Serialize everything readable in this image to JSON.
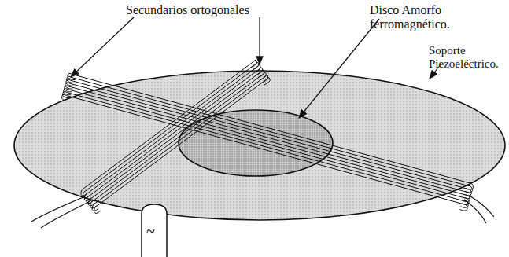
{
  "diagram": {
    "labels": [
      "Secundarios ortogonales",
      "Disco Amorfo ferromagnético.",
      "Soporte Piezoeléctrico.",
      "~"
    ]
  }
}
